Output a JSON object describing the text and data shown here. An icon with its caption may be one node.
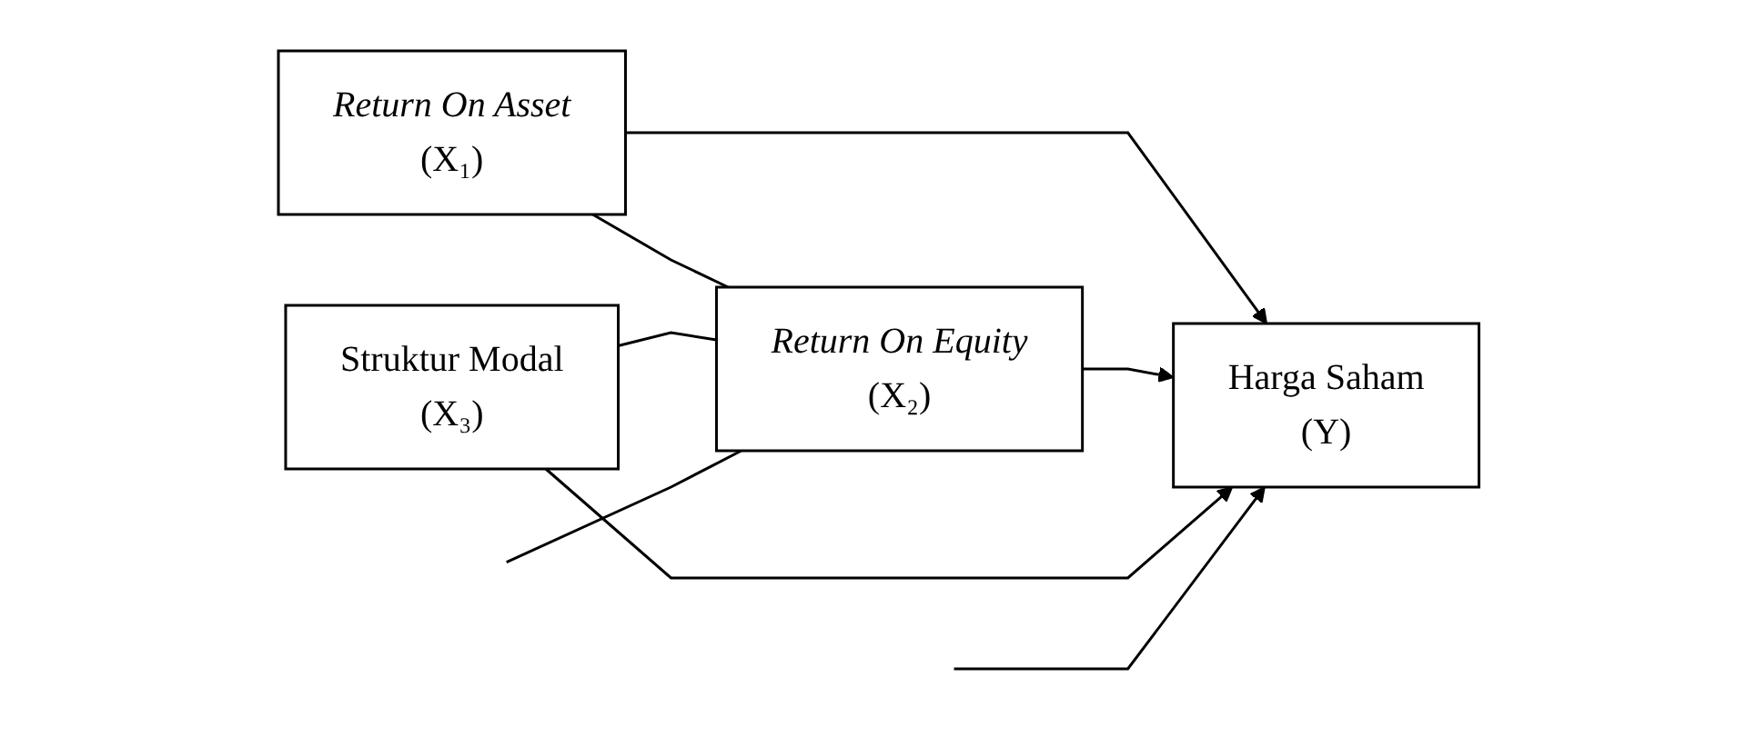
{
  "diagram": {
    "nodes": [
      {
        "text": [
          "Return On Asset",
          "(X₁)"
        ]
      },
      {
        "text": [
          "Return On Equity",
          "(X₂)"
        ]
      },
      {
        "text": [
          "Struktur Modal",
          "(X₃)"
        ]
      },
      {
        "text": [
          "Harga Saham",
          "(Y)"
        ]
      }
    ],
    "edges": [
      {
        "from": 0,
        "to": 3,
        "arrow": "to"
      },
      {
        "from": 1,
        "to": 3,
        "arrow": "to"
      },
      {
        "from": 2,
        "to": 3,
        "arrow": "to"
      },
      {
        "from": 0,
        "to": 1,
        "arrow": "none"
      },
      {
        "from": 2,
        "to": 1,
        "arrow": "none"
      },
      {
        "from": null,
        "to": 1,
        "arrow": "none"
      },
      {
        "from": null,
        "to": 3,
        "arrow": "to"
      }
    ]
  }
}
